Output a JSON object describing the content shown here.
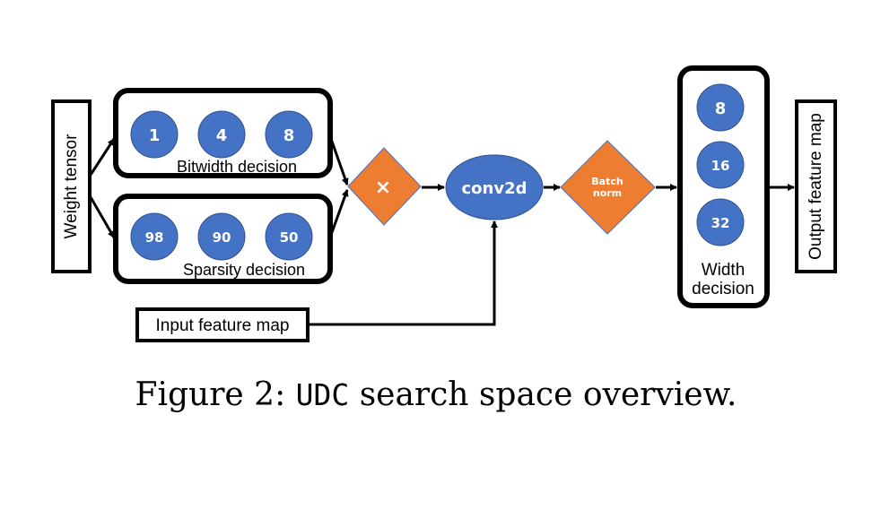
{
  "diagram": {
    "weight_tensor": "Weight tensor",
    "bitwidth": {
      "label": "Bitwidth decision",
      "options": [
        "1",
        "4",
        "8"
      ]
    },
    "sparsity": {
      "label": "Sparsity decision",
      "options": [
        "98",
        "90",
        "50"
      ]
    },
    "multiply": "×",
    "conv": "conv2d",
    "batchnorm": [
      "Batch",
      "norm"
    ],
    "width": {
      "label": [
        "Width",
        "decision"
      ],
      "options": [
        "8",
        "16",
        "32"
      ]
    },
    "output": "Output feature map",
    "input": "Input feature map"
  },
  "caption": {
    "prefix": "Figure 2: ",
    "code": "UDC",
    "suffix": " search space overview."
  },
  "colors": {
    "blue": "#4472C4",
    "orange": "#ED7D31"
  }
}
